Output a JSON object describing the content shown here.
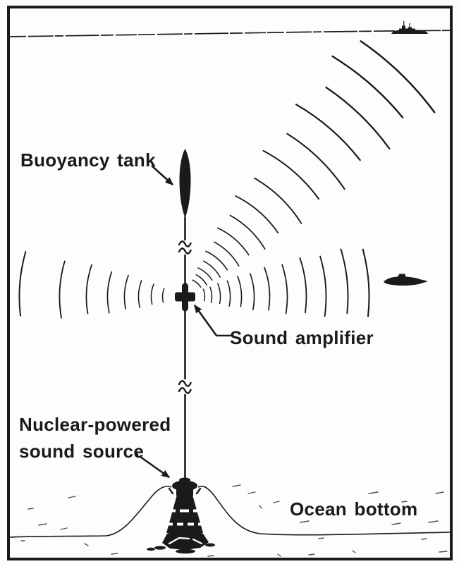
{
  "diagram": {
    "description": "Cutaway ocean diagram of a moored nuclear-powered underwater sound beacon",
    "labels": {
      "buoyancy_tank": "Buoyancy tank",
      "sound_amplifier": "Sound amplifier",
      "sound_source_line1": "Nuclear-powered",
      "sound_source_line2": "sound source",
      "ocean_bottom": "Ocean bottom"
    },
    "icons": {
      "surface_ship": "surface-ship-icon",
      "submarine": "submarine-icon",
      "buoyancy_tank": "buoyancy-tank-icon",
      "sound_amplifier": "sound-amplifier-icon",
      "cable_break": "cable-break-icon",
      "sound_source": "sound-source-icon",
      "sound_waves": "sound-wave-arcs-icon"
    },
    "colors": {
      "ink": "#1a1a1a",
      "paper": "#fdfdfb"
    }
  }
}
